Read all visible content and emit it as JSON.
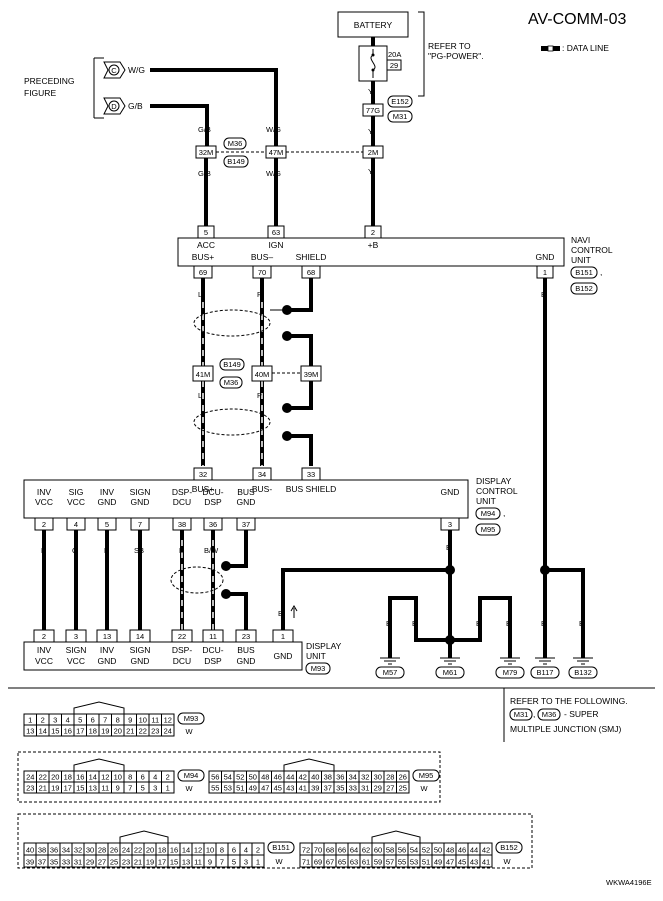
{
  "title": "AV-COMM-03",
  "legend": "DATA LINE",
  "footer_code": "WKWA4196E",
  "battery": {
    "label": "BATTERY",
    "fuse_amp": "20A",
    "fuse_no": "29",
    "refer": [
      "REFER TO",
      "\"PG-POWER\"."
    ]
  },
  "preceding": [
    "PRECEDING",
    "FIGURE"
  ],
  "preceding_conn": [
    {
      "letter": "C",
      "color": "W/G"
    },
    {
      "letter": "D",
      "color": "G/B"
    }
  ],
  "upper_colors": [
    "G/B",
    "W/G",
    "Y",
    "Y"
  ],
  "conns": {
    "e152": "E152",
    "m31": "M31",
    "c77g": "77G",
    "m36": "M36",
    "b149": "B149",
    "c32m": "32M",
    "c47m": "47M",
    "c2m": "2M",
    "c41m": "41M",
    "c40m": "40M",
    "c39m": "39M"
  },
  "navi": {
    "label": [
      "NAVI",
      "CONTROL",
      "UNIT"
    ],
    "conn": [
      "B151",
      "B152"
    ],
    "pins_top": [
      {
        "no": "5",
        "name": "ACC"
      },
      {
        "no": "63",
        "name": "IGN"
      },
      {
        "no": "2",
        "name": "+B"
      }
    ],
    "pins_bot": [
      {
        "no": "69",
        "name": "BUS+"
      },
      {
        "no": "70",
        "name": "BUS–"
      },
      {
        "no": "68",
        "name": "SHIELD"
      },
      {
        "no": "1",
        "name": "GND"
      }
    ]
  },
  "mid_colors": [
    "L",
    "P",
    "L",
    "P",
    "B"
  ],
  "dcu": {
    "label": [
      "DISPLAY",
      "CONTROL",
      "UNIT"
    ],
    "conn": [
      "M94",
      "M95"
    ],
    "top_pins": [
      {
        "no": "32",
        "name": "BUS+"
      },
      {
        "no": "34",
        "name": "BUS-"
      },
      {
        "no": "33",
        "name": "BUS SHIELD"
      }
    ],
    "bot_pins": [
      {
        "no": "2",
        "l1": "INV",
        "l2": "VCC"
      },
      {
        "no": "4",
        "l1": "SIG",
        "l2": "VCC"
      },
      {
        "no": "5",
        "l1": "INV",
        "l2": "GND"
      },
      {
        "no": "7",
        "l1": "SIGN",
        "l2": "GND"
      },
      {
        "no": "38",
        "l1": "DSP-",
        "l2": "DCU"
      },
      {
        "no": "36",
        "l1": "DCU-",
        "l2": "DSP"
      },
      {
        "no": "37",
        "l1": "BUS",
        "l2": "GND"
      },
      {
        "no": "3",
        "l1": "GND",
        "l2": ""
      }
    ]
  },
  "low_colors": [
    "L",
    "O",
    "P",
    "SB",
    "L",
    "B/W",
    "B",
    "B",
    "B",
    "B",
    "B",
    "B",
    "B"
  ],
  "du": {
    "label": [
      "DISPLAY",
      "UNIT"
    ],
    "conn": "M93",
    "pins": [
      {
        "no": "2",
        "l1": "INV",
        "l2": "VCC"
      },
      {
        "no": "3",
        "l1": "SIGN",
        "l2": "VCC"
      },
      {
        "no": "13",
        "l1": "INV",
        "l2": "GND"
      },
      {
        "no": "14",
        "l1": "SIGN",
        "l2": "GND"
      },
      {
        "no": "22",
        "l1": "DSP-",
        "l2": "DCU"
      },
      {
        "no": "11",
        "l1": "DCU-",
        "l2": "DSP"
      },
      {
        "no": "23",
        "l1": "BUS",
        "l2": "GND"
      },
      {
        "no": "1",
        "l1": "GND",
        "l2": ""
      }
    ]
  },
  "grounds": [
    "M57",
    "M61",
    "M79",
    "B117",
    "B132"
  ],
  "refer_smj": [
    "REFER TO THE FOLLOWING.",
    "- SUPER",
    "MULTIPLE JUNCTION (SMJ)"
  ],
  "smj_conns": [
    "M31",
    "M36"
  ],
  "connectors": {
    "m93": {
      "name": "M93",
      "color": "W",
      "row1": [
        "1",
        "2",
        "3",
        "4",
        "5",
        "6",
        "7",
        "8",
        "9",
        "10",
        "11",
        "12"
      ],
      "row2": [
        "13",
        "14",
        "15",
        "16",
        "17",
        "18",
        "19",
        "20",
        "21",
        "22",
        "23",
        "24"
      ]
    },
    "m94": {
      "name": "M94",
      "color": "W",
      "row1": [
        "24",
        "22",
        "20",
        "18",
        "16",
        "14",
        "12",
        "10",
        "8",
        "6",
        "4",
        "2"
      ],
      "row2": [
        "23",
        "21",
        "19",
        "17",
        "15",
        "13",
        "11",
        "9",
        "7",
        "5",
        "3",
        "1"
      ]
    },
    "m95": {
      "name": "M95",
      "color": "W",
      "row1": [
        "56",
        "54",
        "52",
        "50",
        "48",
        "46",
        "44",
        "42",
        "40",
        "38",
        "36",
        "34",
        "32",
        "30",
        "28",
        "26"
      ],
      "row2": [
        "55",
        "53",
        "51",
        "49",
        "47",
        "45",
        "43",
        "41",
        "39",
        "37",
        "35",
        "33",
        "31",
        "29",
        "27",
        "25"
      ]
    },
    "b151": {
      "name": "B151",
      "color": "W",
      "row1": [
        "40",
        "38",
        "36",
        "34",
        "32",
        "30",
        "28",
        "26",
        "24",
        "22",
        "20",
        "18",
        "16",
        "14",
        "12",
        "10",
        "8",
        "6",
        "4",
        "2"
      ],
      "row2": [
        "39",
        "37",
        "35",
        "33",
        "31",
        "29",
        "27",
        "25",
        "23",
        "21",
        "19",
        "17",
        "15",
        "13",
        "11",
        "9",
        "7",
        "5",
        "3",
        "1"
      ]
    },
    "b152": {
      "name": "B152",
      "color": "W",
      "row1": [
        "72",
        "70",
        "68",
        "66",
        "64",
        "62",
        "60",
        "58",
        "56",
        "54",
        "52",
        "50",
        "48",
        "46",
        "44",
        "42"
      ],
      "row2": [
        "71",
        "69",
        "67",
        "65",
        "63",
        "61",
        "59",
        "57",
        "55",
        "53",
        "51",
        "49",
        "47",
        "45",
        "43",
        "41"
      ]
    }
  }
}
